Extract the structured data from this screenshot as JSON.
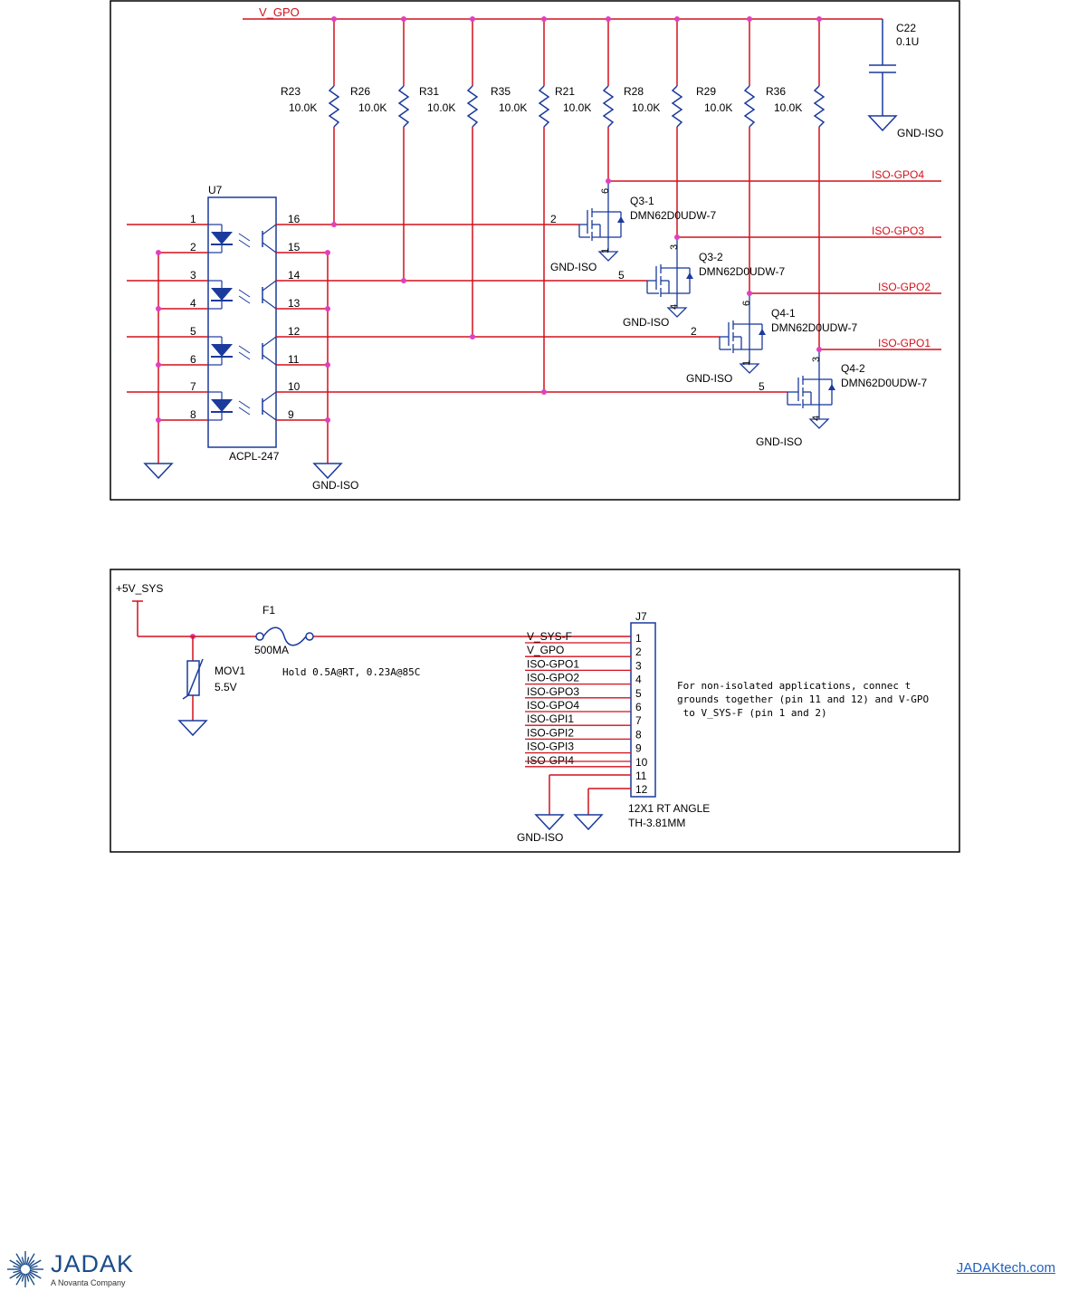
{
  "schematic1": {
    "rail": "V_GPO",
    "capacitor": {
      "ref": "C22",
      "value": "0.1U",
      "gnd": "GND-ISO"
    },
    "resistors": [
      {
        "ref": "R23",
        "value": "10.0K"
      },
      {
        "ref": "R26",
        "value": "10.0K"
      },
      {
        "ref": "R31",
        "value": "10.0K"
      },
      {
        "ref": "R35",
        "value": "10.0K"
      },
      {
        "ref": "R21",
        "value": "10.0K"
      },
      {
        "ref": "R28",
        "value": "10.0K"
      },
      {
        "ref": "R29",
        "value": "10.0K"
      },
      {
        "ref": "R36",
        "value": "10.0K"
      }
    ],
    "ic": {
      "ref": "U7",
      "part": "ACPL-247",
      "left_pins": [
        "1",
        "2",
        "3",
        "4",
        "5",
        "6",
        "7",
        "8"
      ],
      "right_pins": [
        "16",
        "15",
        "14",
        "13",
        "12",
        "11",
        "10",
        "9"
      ]
    },
    "outputs": [
      "ISO-GPO4",
      "ISO-GPO3",
      "ISO-GPO2",
      "ISO-GPO1"
    ],
    "mosfets": [
      {
        "ref": "Q3-1",
        "part": "DMN62D0UDW-7",
        "gate_pin": "2",
        "drain_pin": "6",
        "source_pin": "1",
        "gnd": "GND-ISO"
      },
      {
        "ref": "Q3-2",
        "part": "DMN62D0UDW-7",
        "gate_pin": "5",
        "drain_pin": "3",
        "source_pin": "4",
        "gnd": "GND-ISO"
      },
      {
        "ref": "Q4-1",
        "part": "DMN62D0UDW-7",
        "gate_pin": "2",
        "drain_pin": "6",
        "source_pin": "1",
        "gnd": "GND-ISO"
      },
      {
        "ref": "Q4-2",
        "part": "DMN62D0UDW-7",
        "gate_pin": "5",
        "drain_pin": "3",
        "source_pin": "4",
        "gnd": "GND-ISO"
      }
    ],
    "gnd_label": "GND-ISO"
  },
  "schematic2": {
    "supply": "+5V_SYS",
    "fuse": {
      "ref": "F1",
      "value": "500MA",
      "note": "Hold 0.5A@RT, 0.23A@85C"
    },
    "mov": {
      "ref": "MOV1",
      "value": "5.5V"
    },
    "connector": {
      "ref": "J7",
      "part1": "12X1 RT ANGLE",
      "part2": "TH-3.81MM",
      "pins": [
        "1",
        "2",
        "3",
        "4",
        "5",
        "6",
        "7",
        "8",
        "9",
        "10",
        "11",
        "12"
      ],
      "nets": [
        "V_SYS-F",
        "V_GPO",
        "ISO-GPO1",
        "ISO-GPO2",
        "ISO-GPO3",
        "ISO-GPO4",
        "ISO-GPI1",
        "ISO-GPI2",
        "ISO-GPI3",
        "ISO-GPI4"
      ]
    },
    "note_lines": [
      "For non-isolated applications, connec t",
      "grounds together (pin 11 and 12) and V-GPO",
      " to V_SYS-F (pin 1 and 2)"
    ],
    "gnd_label": "GND-ISO"
  },
  "footer": {
    "brand": "JADAK",
    "tagline": "A Novanta Company",
    "link": "JADAKtech.com"
  },
  "colors": {
    "wire_red": "#d3101b",
    "component_blue": "#1a3a9c",
    "dot_magenta": "#e040c0",
    "brand_blue": "#1a4c88"
  }
}
